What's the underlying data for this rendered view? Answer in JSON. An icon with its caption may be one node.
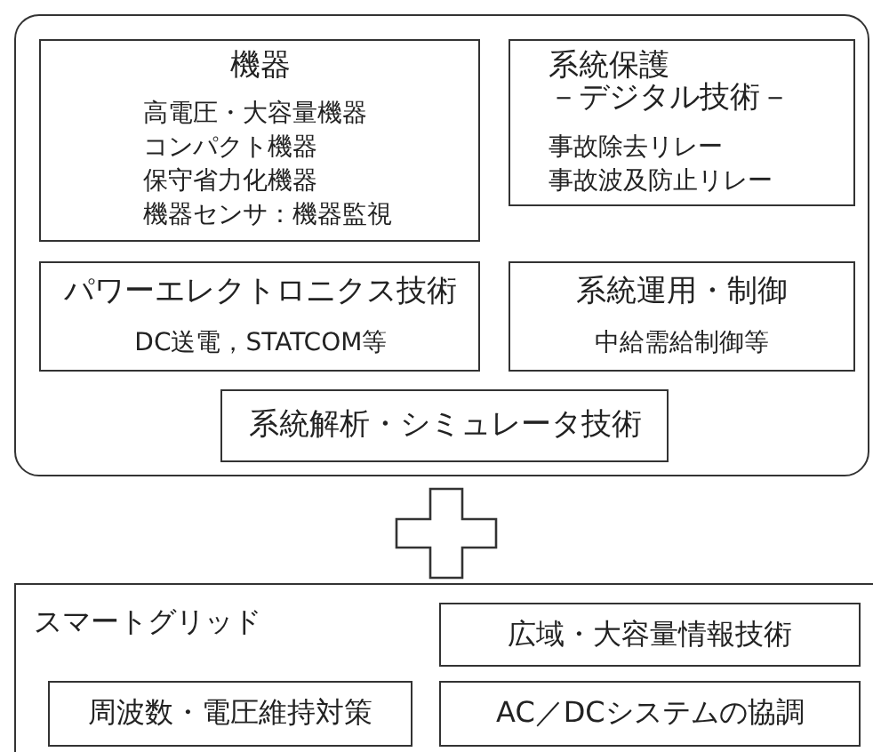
{
  "diagram": {
    "nodes": [
      {
        "text": [],
        "shape": "box"
      },
      {
        "text": [
          "機器",
          "高電圧・大容量機器",
          "コンパクト機器",
          "保守省力化機器",
          "機器センサ：機器監視"
        ],
        "in": 0
      },
      {
        "text": [
          "系統保護",
          "－デジタル技術－",
          "事故除去リレー",
          "事故波及防止リレー"
        ],
        "in": 0
      },
      {
        "text": [
          "パワーエレクトロニクス技術",
          "DC送電，STATCOM等"
        ],
        "in": 0
      },
      {
        "text": [
          "系統運用・制御",
          "中給需給制御等"
        ],
        "in": 0
      },
      {
        "text": [
          "系統解析・シミュレータ技術"
        ],
        "in": 0
      },
      {
        "text": [
          "スマートグリッド"
        ]
      },
      {
        "text": [
          "広域・大容量情報技術"
        ],
        "in": 6
      },
      {
        "text": [
          "周波数・電圧維持対策"
        ],
        "in": 6
      },
      {
        "text": [
          "AC／DCシステムの協調"
        ],
        "in": 6
      }
    ]
  }
}
